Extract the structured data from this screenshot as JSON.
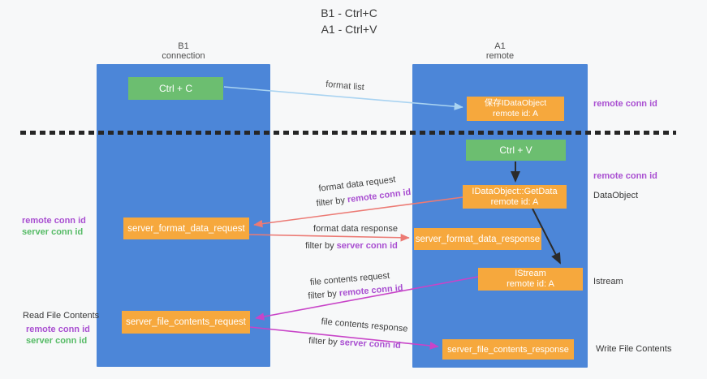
{
  "title": {
    "line1": "B1 - Ctrl+C",
    "line2": "A1 - Ctrl+V"
  },
  "lanes": {
    "left": {
      "header_line1": "B1",
      "header_line2": "connection"
    },
    "right": {
      "header_line1": "A1",
      "header_line2": "remote"
    }
  },
  "nodes": {
    "ctrl_c": "Ctrl + C",
    "ctrl_v": "Ctrl + V",
    "save_dataobject_line1": "保存IDataObject",
    "save_dataobject_line2": "remote id: A",
    "getdata_line1": "IDataObject::GetData",
    "getdata_line2": "remote id: A",
    "istream_line1": "IStream",
    "istream_line2": "remote id: A",
    "server_format_data_request": "server_format_data_request",
    "server_format_data_response": "server_format_data_response",
    "server_file_contents_request": "server_file_contents_request",
    "server_file_contents_response": "server_file_contents_response"
  },
  "annotations": {
    "format_list": "format list",
    "format_data_request": "format data request",
    "filter_by_prefix_1": "filter by ",
    "filter_by_value_1": "remote conn id",
    "format_data_response": "format data response",
    "filter_by_prefix_2": "filter by ",
    "filter_by_value_2": "server conn id",
    "file_contents_request": "file contents request",
    "filter_by_prefix_3": "filter by ",
    "filter_by_value_3": "remote conn id",
    "file_contents_response": "file contents response",
    "filter_by_prefix_4": "filter by ",
    "filter_by_value_4": "server conn id"
  },
  "side_labels": {
    "right_remote_conn_id_1": "remote conn id",
    "right_remote_conn_id_2": "remote conn id",
    "dataobject": "DataObject",
    "istream": "Istream",
    "write_file_contents": "Write File Contents",
    "left_remote_conn_id_1": "remote conn id",
    "left_server_conn_id_1": "server conn id",
    "read_file_contents": "Read File Contents",
    "left_remote_conn_id_2": "remote conn id",
    "left_server_conn_id_2": "server conn id"
  },
  "colors": {
    "lane_blue": "#4c86d8",
    "node_orange": "#f6a83d",
    "node_green": "#6cbe70",
    "purple_text": "#a94fd1",
    "green_text": "#56bb66",
    "arrow_light_blue": "#a9d3f1",
    "arrow_salmon": "#ec7a74",
    "arrow_magenta": "#c844c8",
    "arrow_black": "#2b2b2b",
    "dash_line": "#262626",
    "background": "#f7f8f9"
  }
}
